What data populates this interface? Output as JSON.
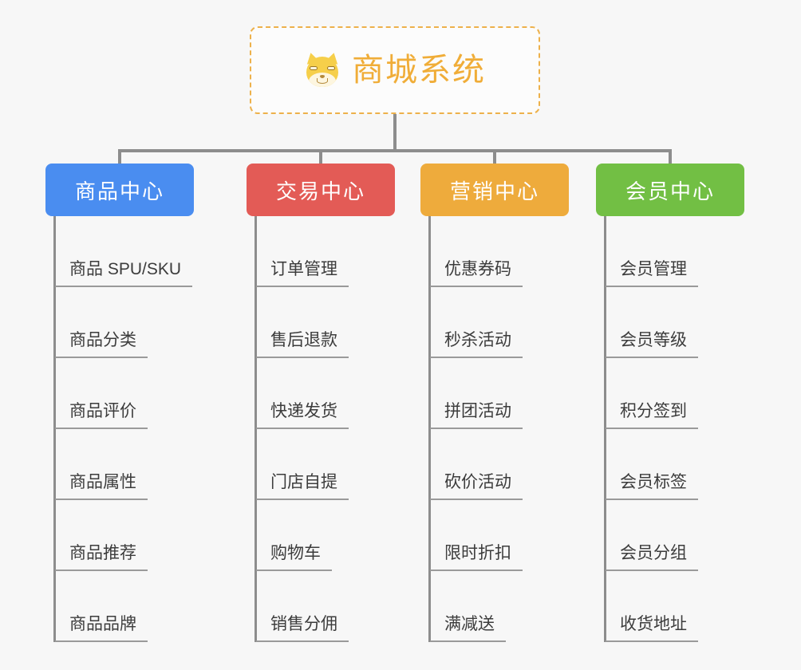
{
  "root": {
    "title": "商城系统",
    "icon": "shiba-dog-icon",
    "accent_color": "#f0ad38",
    "border_color": "#edb14b",
    "background": "#fcfcfc"
  },
  "canvas": {
    "background": "#f7f7f7",
    "connector_color": "#8d8d8d",
    "leaf_underline_color": "#9a9a9a",
    "leaf_text_color": "#3c3c3c"
  },
  "categories": [
    {
      "label": "商品中心",
      "color": "#4a8df0",
      "items": [
        "商品 SPU/SKU",
        "商品分类",
        "商品评价",
        "商品属性",
        "商品推荐",
        "商品品牌"
      ]
    },
    {
      "label": "交易中心",
      "color": "#e35b56",
      "items": [
        "订单管理",
        "售后退款",
        "快递发货",
        "门店自提",
        "购物车",
        "销售分佣"
      ]
    },
    {
      "label": "营销中心",
      "color": "#eeab3c",
      "items": [
        "优惠券码",
        "秒杀活动",
        "拼团活动",
        "砍价活动",
        "限时折扣",
        "满减送"
      ]
    },
    {
      "label": "会员中心",
      "color": "#72bf44",
      "items": [
        "会员管理",
        "会员等级",
        "积分签到",
        "会员标签",
        "会员分组",
        "收货地址"
      ]
    }
  ]
}
